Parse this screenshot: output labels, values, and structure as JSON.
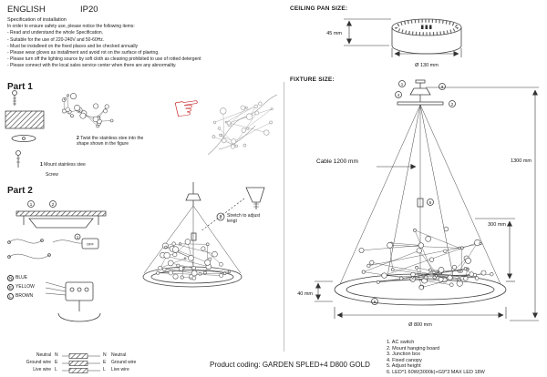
{
  "header": {
    "language": "ENGLISH",
    "ip_rating": "IP20"
  },
  "spec": {
    "title": "Specification of installation",
    "intro": "In order to ensure safety use, please notice the following items:",
    "items": [
      "- Read and understand the whole Specification.",
      "- Suitable for the use of 220-240V and 50-60Hz.",
      "- Must be installeed on the fixed places and be checked annually",
      "- Please wear gloves as installment and avoid rot on the surface of plaetng.",
      "- Please turn off the lighting source by soft cloth as cleaning prohibited to use of rotted detergent",
      "- Please connect with the local sales service center when there are any abnormality."
    ]
  },
  "part1": {
    "title": "Part 1",
    "step1_number": "1",
    "step1_text": "Mount stainless stee",
    "screw_label": "Screw",
    "step2_number": "2",
    "step2_text": "Twist the stainless stee into the shape shown in the figure"
  },
  "part2": {
    "title": "Part 2",
    "canopy_steps": [
      "1",
      "2"
    ],
    "switch_step": "1",
    "switch_label": "OFF",
    "wire_legend": [
      {
        "letter": "N",
        "color": "BLUE"
      },
      {
        "letter": "E",
        "color": "YELLOW"
      },
      {
        "letter": "L",
        "color": "BROWN"
      }
    ],
    "step3_number": "3",
    "step3_text": "Stretch to adjust lengt"
  },
  "ceiling_pan": {
    "title": "CEILING PAN  SIZE:",
    "height": "45 mm",
    "diameter": "Ø 130 mm"
  },
  "fixture": {
    "title": "FIXTURE SIZE:",
    "cable_label": "Cable 1200 mm",
    "total_height": "1300 mm",
    "deco_height": "300 mm",
    "ring_thickness": "40 mm",
    "diameter": "Ø 800 mm",
    "callouts": [
      "1",
      "2",
      "3",
      "4",
      "5",
      "6"
    ]
  },
  "parts_list": [
    "1. AC switch",
    "2. Mount hanging board",
    "3. Junction box",
    "4. Fixed canopy",
    "5. Adjust height",
    "6. LED*1 60W(3000k)+G9*3 MAX LED 18W"
  ],
  "wiring": {
    "left_labels": [
      "Neutral",
      "Ground wire",
      "Live wire"
    ],
    "terminals": [
      "N",
      "E",
      "L"
    ],
    "right_labels": [
      "Neutral",
      "Ground wire",
      "Live wire"
    ]
  },
  "footer": {
    "product_label": "Product coding:",
    "product_value": "GARDEN SPLED+4 D800 GOLD"
  },
  "icons": {
    "pointing_hand": "☞"
  }
}
